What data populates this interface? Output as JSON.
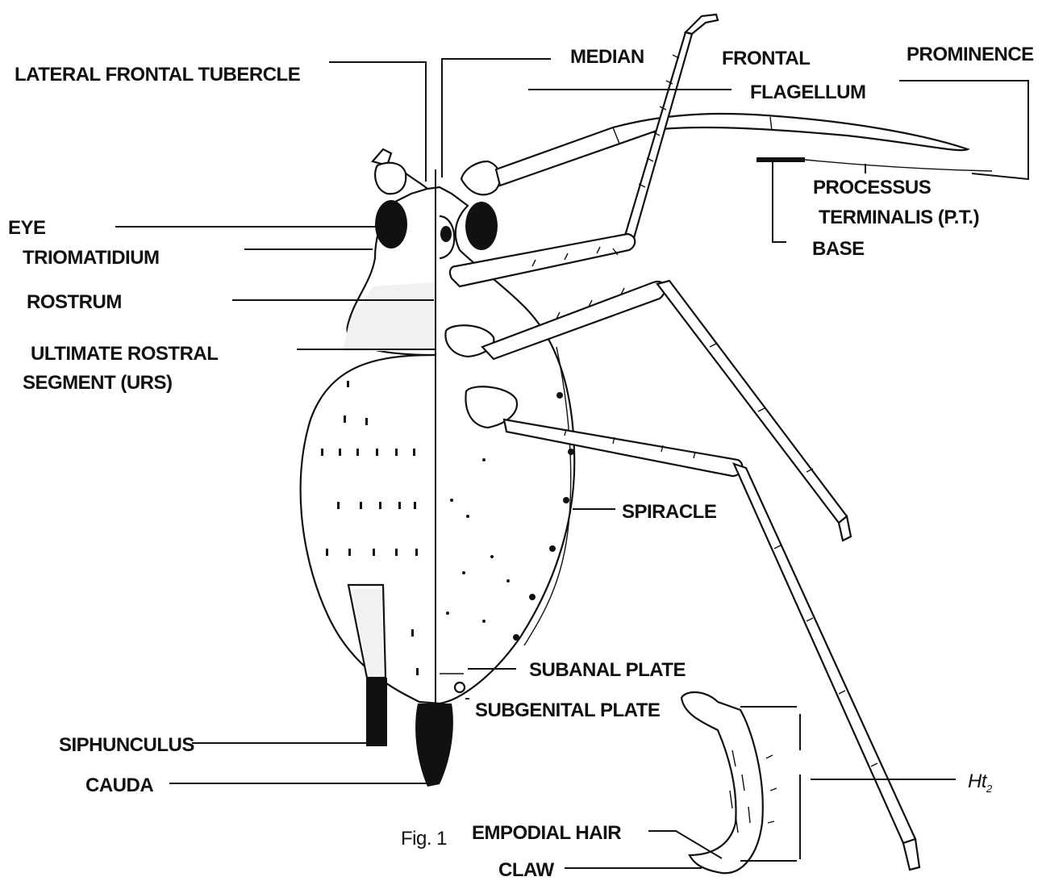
{
  "diagram": {
    "labels": {
      "lateral_frontal_tubercle": "LATERAL FRONTAL TUBERCLE",
      "median": "MEDIAN",
      "frontal": "FRONTAL",
      "prominence": "PROMINENCE",
      "flagellum": "FLAGELLUM",
      "processus_terminalis_1": "PROCESSUS",
      "processus_terminalis_2": "TERMINALIS (P.T.)",
      "base": "BASE",
      "eye": "EYE",
      "triomatidium": "TRIOMATIDIUM",
      "rostrum": "ROSTRUM",
      "urs_1": "ULTIMATE ROSTRAL",
      "urs_2": "SEGMENT (URS)",
      "spiracle": "SPIRACLE",
      "subanal_plate": "SUBANAL PLATE",
      "subgenital_plate": "SUBGENITAL PLATE",
      "siphunculus": "SIPHUNCULUS",
      "cauda": "CAUDA",
      "ht2_main": "Ht",
      "ht2_sub": "2",
      "figure_caption": "Fig. 1",
      "empodial_hair": "EMPODIAL HAIR",
      "claw": "CLAW"
    },
    "colors": {
      "ink": "#111111",
      "paper": "#ffffff",
      "stipple": "#f1f1f1"
    }
  }
}
